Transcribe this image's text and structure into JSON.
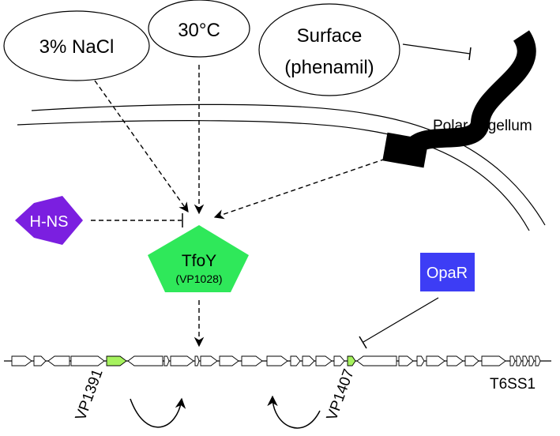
{
  "signals": {
    "nacl": "3% NaCl",
    "temperature": "30°C",
    "surface_line1": "Surface",
    "surface_line2": "(phenamil)"
  },
  "flagellum": {
    "label": "Polar flagellum"
  },
  "hns": {
    "label": "H-NS",
    "color": "#7b1fe0"
  },
  "tfoy": {
    "label": "TfoY",
    "sublabel": "(VP1028)",
    "color": "#2fe85a"
  },
  "opar": {
    "label": "OpaR",
    "color": "#3d3df5"
  },
  "operon": {
    "gene_left": "VP1391",
    "gene_right": "VP1407",
    "cluster": "T6SS1",
    "highlight_color": "#a6f25e"
  }
}
